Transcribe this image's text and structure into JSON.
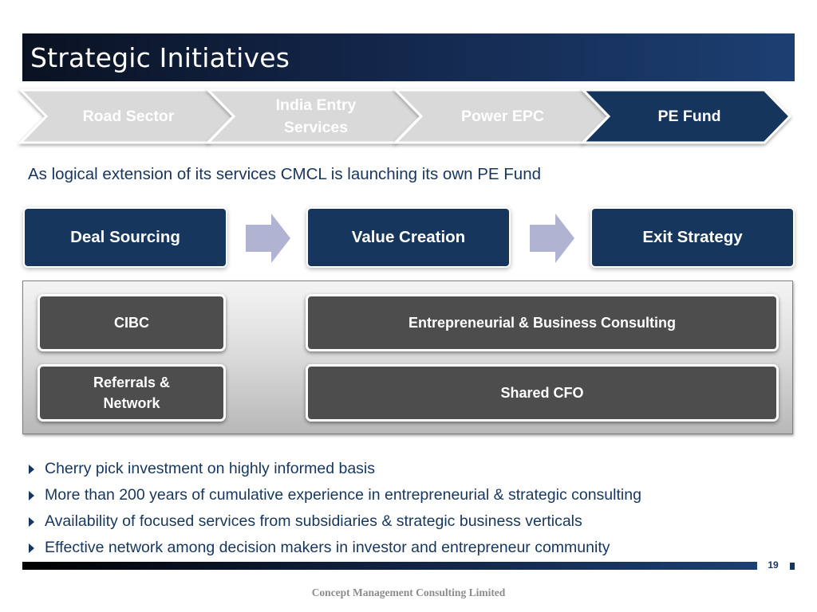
{
  "slide": {
    "title": "Strategic Initiatives",
    "subtitle": "As logical extension of its services CMCL is launching its own PE Fund"
  },
  "process": [
    {
      "label": "Road Sector",
      "active": false
    },
    {
      "label": "India Entry Services",
      "active": false
    },
    {
      "label": "Power EPC",
      "active": false
    },
    {
      "label": "PE Fund",
      "active": true
    }
  ],
  "stages": [
    "Deal Sourcing",
    "Value Creation",
    "Exit Strategy"
  ],
  "capabilities": {
    "cibc": "CIBC",
    "referrals": "Referrals & Network",
    "consulting": "Entrepreneurial & Business Consulting",
    "shared_cfo": "Shared CFO"
  },
  "bullets": [
    "Cherry pick investment on highly informed basis",
    "More than 200 years of cumulative experience in entrepreneurial & strategic consulting",
    "Availability of focused services from subsidiaries & strategic business verticals",
    "Effective network among decision makers in investor and entrepreneur community"
  ],
  "footer": {
    "page_number": "19",
    "company": "Concept Management Consulting Limited"
  },
  "colors": {
    "navy": "#17365d",
    "inactive_chevron": "#d9d9d9",
    "capability_box": "#4d4d4d",
    "flow_arrow": "#b1b3d3"
  },
  "icons": [
    "right-arrow-icon",
    "bullet-triangle-icon"
  ]
}
